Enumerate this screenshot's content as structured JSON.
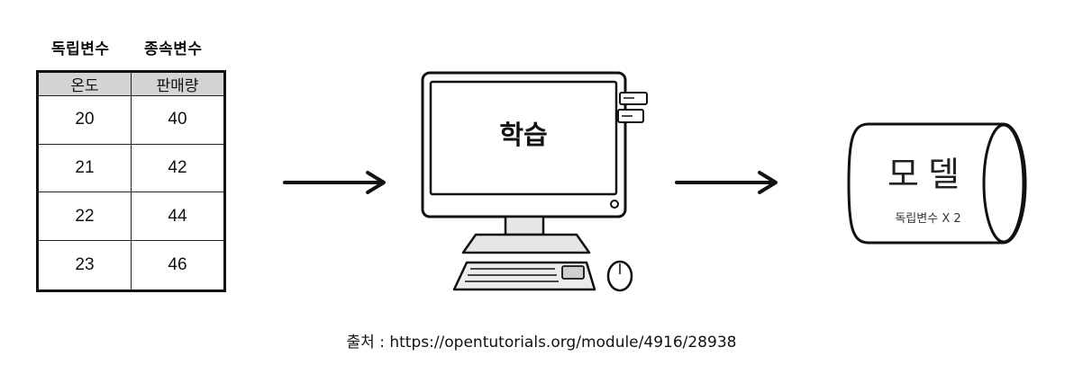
{
  "table": {
    "header_above": {
      "independent": "독립변수",
      "dependent": "종속변수"
    },
    "columns": [
      "온도",
      "판매량"
    ],
    "rows": [
      [
        "20",
        "40"
      ],
      [
        "21",
        "42"
      ],
      [
        "22",
        "44"
      ],
      [
        "23",
        "46"
      ]
    ]
  },
  "computer": {
    "label": "학습"
  },
  "model": {
    "title": "모델",
    "subtitle": "독립변수 X 2"
  },
  "source": {
    "text": "출처 : https://opentutorials.org/module/4916/28938"
  },
  "colors": {
    "header_fill": "#d4d4d4",
    "stroke": "#111111",
    "device_fill": "#e6e6e6"
  },
  "icons": [
    "right-arrow-icon",
    "computer-icon",
    "keyboard-icon",
    "mouse-icon",
    "cylinder-icon"
  ]
}
